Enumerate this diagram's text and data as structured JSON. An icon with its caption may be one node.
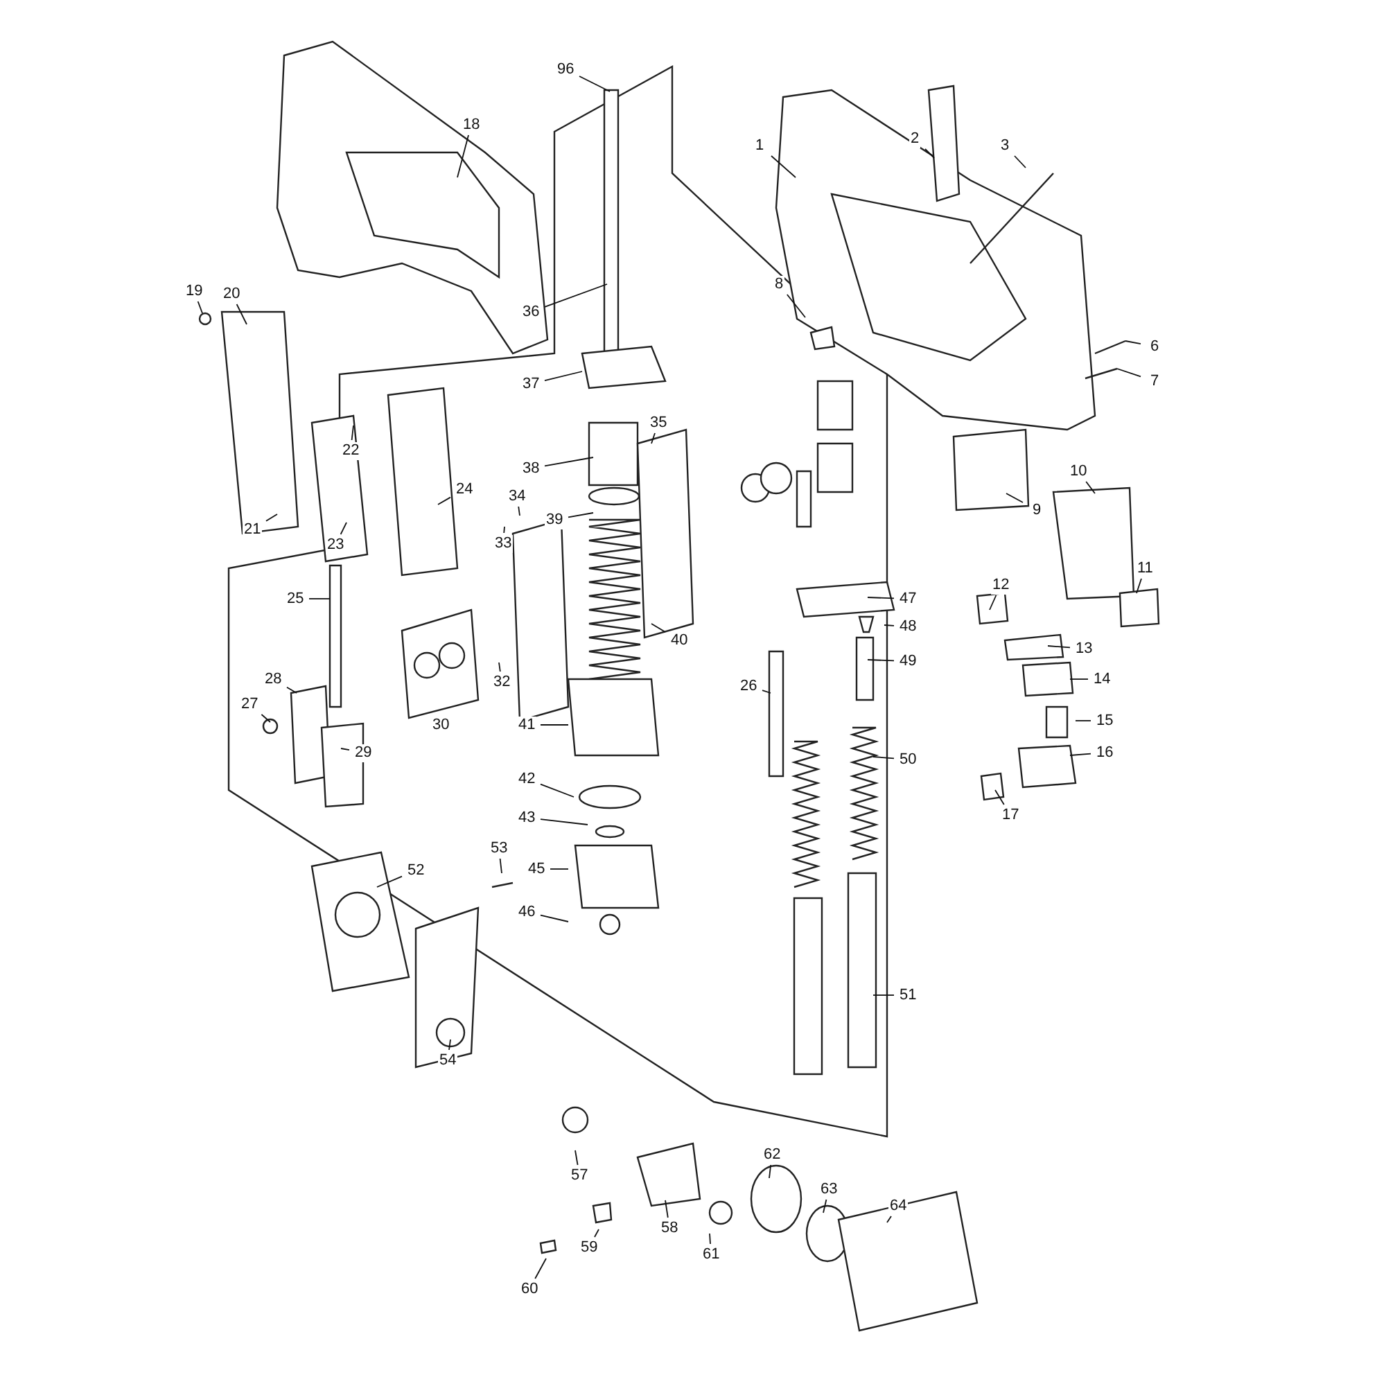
{
  "diagram": {
    "nodes": [
      {
        "text": [
          "96"
        ]
      },
      {
        "text": [
          "18"
        ]
      },
      {
        "text": [
          "2"
        ]
      },
      {
        "text": [
          "1"
        ]
      },
      {
        "text": [
          "3"
        ]
      },
      {
        "text": [
          "8"
        ]
      },
      {
        "text": [
          "19"
        ]
      },
      {
        "text": [
          "20"
        ]
      },
      {
        "text": [
          "36"
        ]
      },
      {
        "text": [
          "6"
        ]
      },
      {
        "text": [
          "7"
        ]
      },
      {
        "text": [
          "37"
        ]
      },
      {
        "text": [
          "35"
        ]
      },
      {
        "text": [
          "22"
        ]
      },
      {
        "text": [
          "38"
        ]
      },
      {
        "text": [
          "10"
        ]
      },
      {
        "text": [
          "24"
        ]
      },
      {
        "text": [
          "34"
        ]
      },
      {
        "text": [
          "9"
        ]
      },
      {
        "text": [
          "39"
        ]
      },
      {
        "text": [
          "21"
        ]
      },
      {
        "text": [
          "23"
        ]
      },
      {
        "text": [
          "33"
        ]
      },
      {
        "text": [
          "11"
        ]
      },
      {
        "text": [
          "12"
        ]
      },
      {
        "text": [
          "25"
        ]
      },
      {
        "text": [
          "47"
        ]
      },
      {
        "text": [
          "48"
        ]
      },
      {
        "text": [
          "40"
        ]
      },
      {
        "text": [
          "13"
        ]
      },
      {
        "text": [
          "49"
        ]
      },
      {
        "text": [
          "28"
        ]
      },
      {
        "text": [
          "14"
        ]
      },
      {
        "text": [
          "32"
        ]
      },
      {
        "text": [
          "26"
        ]
      },
      {
        "text": [
          "27"
        ]
      },
      {
        "text": [
          "15"
        ]
      },
      {
        "text": [
          "30"
        ]
      },
      {
        "text": [
          "41"
        ]
      },
      {
        "text": [
          "29"
        ]
      },
      {
        "text": [
          "16"
        ]
      },
      {
        "text": [
          "50"
        ]
      },
      {
        "text": [
          "42"
        ]
      },
      {
        "text": [
          "17"
        ]
      },
      {
        "text": [
          "43"
        ]
      },
      {
        "text": [
          "53"
        ]
      },
      {
        "text": [
          "52"
        ]
      },
      {
        "text": [
          "45"
        ]
      },
      {
        "text": [
          "46"
        ]
      },
      {
        "text": [
          "51"
        ]
      },
      {
        "text": [
          "54"
        ]
      },
      {
        "text": [
          "62"
        ]
      },
      {
        "text": [
          "57"
        ]
      },
      {
        "text": [
          "63"
        ]
      },
      {
        "text": [
          "64"
        ]
      },
      {
        "text": [
          "58"
        ]
      },
      {
        "text": [
          "59"
        ]
      },
      {
        "text": [
          "61"
        ]
      },
      {
        "text": [
          "60"
        ]
      }
    ],
    "edges": [
      {
        "from": 0,
        "to": null,
        "arrow": "none"
      },
      {
        "from": 1,
        "to": null,
        "arrow": "none"
      },
      {
        "from": 2,
        "to": null,
        "arrow": "none"
      },
      {
        "from": 3,
        "to": null,
        "arrow": "none"
      },
      {
        "from": 4,
        "to": null,
        "arrow": "none"
      },
      {
        "from": 5,
        "to": null,
        "arrow": "none"
      },
      {
        "from": 6,
        "to": null,
        "arrow": "none"
      },
      {
        "from": 7,
        "to": null,
        "arrow": "none"
      },
      {
        "from": 8,
        "to": null,
        "arrow": "none"
      },
      {
        "from": 9,
        "to": null,
        "arrow": "none"
      },
      {
        "from": 10,
        "to": null,
        "arrow": "none"
      },
      {
        "from": 11,
        "to": null,
        "arrow": "none"
      },
      {
        "from": 12,
        "to": null,
        "arrow": "none"
      },
      {
        "from": 13,
        "to": null,
        "arrow": "none"
      },
      {
        "from": 14,
        "to": null,
        "arrow": "none"
      },
      {
        "from": 15,
        "to": null,
        "arrow": "none"
      },
      {
        "from": 16,
        "to": null,
        "arrow": "none"
      },
      {
        "from": 17,
        "to": null,
        "arrow": "none"
      },
      {
        "from": 18,
        "to": null,
        "arrow": "none"
      },
      {
        "from": 19,
        "to": null,
        "arrow": "none"
      },
      {
        "from": 20,
        "to": null,
        "arrow": "none"
      },
      {
        "from": 21,
        "to": null,
        "arrow": "none"
      },
      {
        "from": 22,
        "to": null,
        "arrow": "none"
      },
      {
        "from": 23,
        "to": null,
        "arrow": "none"
      },
      {
        "from": 24,
        "to": null,
        "arrow": "none"
      },
      {
        "from": 25,
        "to": null,
        "arrow": "none"
      },
      {
        "from": 26,
        "to": null,
        "arrow": "none"
      },
      {
        "from": 27,
        "to": null,
        "arrow": "none"
      },
      {
        "from": 28,
        "to": null,
        "arrow": "none"
      },
      {
        "from": 29,
        "to": null,
        "arrow": "none"
      },
      {
        "from": 30,
        "to": null,
        "arrow": "none"
      },
      {
        "from": 31,
        "to": null,
        "arrow": "none"
      },
      {
        "from": 32,
        "to": null,
        "arrow": "none"
      },
      {
        "from": 33,
        "to": null,
        "arrow": "none"
      },
      {
        "from": 34,
        "to": null,
        "arrow": "none"
      },
      {
        "from": 35,
        "to": null,
        "arrow": "none"
      },
      {
        "from": 36,
        "to": null,
        "arrow": "none"
      },
      {
        "from": 38,
        "to": null,
        "arrow": "none"
      },
      {
        "from": 39,
        "to": null,
        "arrow": "none"
      },
      {
        "from": 40,
        "to": null,
        "arrow": "none"
      },
      {
        "from": 41,
        "to": null,
        "arrow": "none"
      },
      {
        "from": 42,
        "to": null,
        "arrow": "none"
      },
      {
        "from": 43,
        "to": null,
        "arrow": "none"
      },
      {
        "from": 44,
        "to": null,
        "arrow": "none"
      },
      {
        "from": 45,
        "to": null,
        "arrow": "none"
      },
      {
        "from": 46,
        "to": null,
        "arrow": "none"
      },
      {
        "from": 47,
        "to": null,
        "arrow": "none"
      },
      {
        "from": 48,
        "to": null,
        "arrow": "none"
      },
      {
        "from": 49,
        "to": null,
        "arrow": "none"
      },
      {
        "from": 50,
        "to": null,
        "arrow": "none"
      },
      {
        "from": 51,
        "to": null,
        "arrow": "none"
      },
      {
        "from": 52,
        "to": null,
        "arrow": "none"
      },
      {
        "from": 53,
        "to": null,
        "arrow": "none"
      },
      {
        "from": 54,
        "to": null,
        "arrow": "none"
      },
      {
        "from": 55,
        "to": null,
        "arrow": "none"
      },
      {
        "from": 56,
        "to": null,
        "arrow": "none"
      },
      {
        "from": 57,
        "to": null,
        "arrow": "none"
      },
      {
        "from": 58,
        "to": null,
        "arrow": "none"
      }
    ]
  }
}
